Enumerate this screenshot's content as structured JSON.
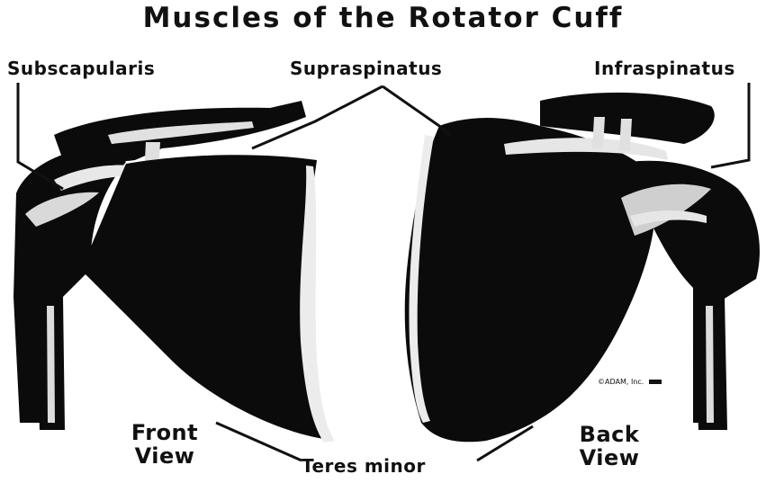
{
  "diagram": {
    "title": "Muscles of the Rotator Cuff",
    "labels": {
      "subscapularis": "Subscapularis",
      "supraspinatus": "Supraspinatus",
      "infraspinatus": "Infraspinatus",
      "teres_minor": "Teres minor"
    },
    "views": {
      "front": [
        "Front",
        "View"
      ],
      "back": [
        "Back",
        "View"
      ]
    },
    "credit": "©ADAM, Inc."
  },
  "colors": {
    "muscle_fill": "#0b0b0b",
    "background": "#ffffff",
    "bone_highlight": "#e8e8e8"
  }
}
